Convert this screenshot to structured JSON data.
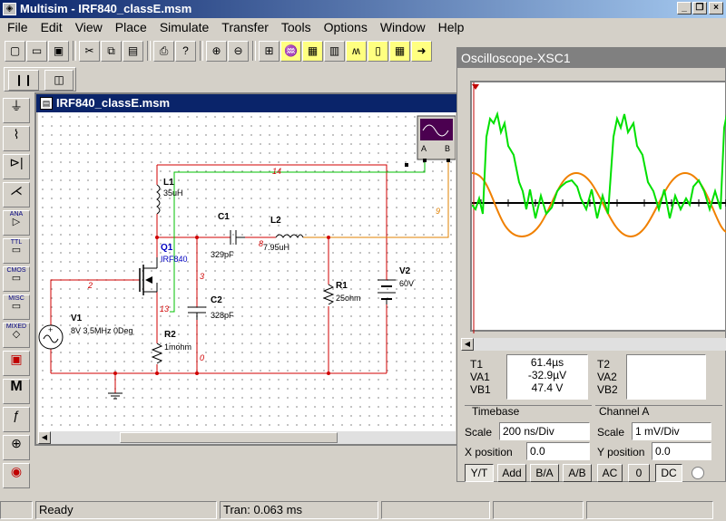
{
  "app": {
    "title": "Multisim - IRF840_classE.msm",
    "icon": "multisim-app-icon"
  },
  "menu": [
    "File",
    "Edit",
    "View",
    "Place",
    "Simulate",
    "Transfer",
    "Tools",
    "Options",
    "Window",
    "Help"
  ],
  "schematic": {
    "title": "IRF840_classE.msm",
    "instrument_pins": [
      "A",
      "B"
    ],
    "nets": {
      "n14": "14",
      "n9": "9",
      "n8": "8",
      "n3": "3",
      "n2": "2",
      "n13": "13",
      "n0": "0"
    },
    "components": {
      "L1": {
        "ref": "L1",
        "value": "35uH"
      },
      "C1": {
        "ref": "C1",
        "value": "329pF"
      },
      "L2": {
        "ref": "L2",
        "value": "7.95uH"
      },
      "Q1": {
        "ref": "Q1",
        "value": "IRF840"
      },
      "C2": {
        "ref": "C2",
        "value": "328pF"
      },
      "R2": {
        "ref": "R2",
        "value": "1mohm"
      },
      "R1": {
        "ref": "R1",
        "value": "25ohm"
      },
      "V2": {
        "ref": "V2",
        "value": "60V"
      },
      "V1": {
        "ref": "V1",
        "value": "8V 3.5MHz 0Deg"
      }
    }
  },
  "scope": {
    "title": "Oscilloscope-XSC1",
    "readout": {
      "t1_label": "T1",
      "t1_val": "61.4µs",
      "va1_label": "VA1",
      "va1_val": "-32.9µV",
      "vb1_label": "VB1",
      "vb1_val": "47.4 V",
      "t2_label": "T2",
      "va2_label": "VA2",
      "vb2_label": "VB2"
    },
    "timebase": {
      "header": "Timebase",
      "scale_label": "Scale",
      "scale_val": "200 ns/Div",
      "xpos_label": "X position",
      "xpos_val": "0.0",
      "buttons": [
        "Y/T",
        "Add",
        "B/A",
        "A/B"
      ]
    },
    "channel_a": {
      "header": "Channel A",
      "scale_label": "Scale",
      "scale_val": "1 mV/Div",
      "ypos_label": "Y position",
      "ypos_val": "0.0",
      "buttons": [
        "AC",
        "0",
        "DC"
      ]
    },
    "colors": {
      "channel_a": "#00e000",
      "channel_b": "#f08000"
    }
  },
  "status": {
    "state": "Ready",
    "tran": "Tran: 0.063 ms"
  }
}
